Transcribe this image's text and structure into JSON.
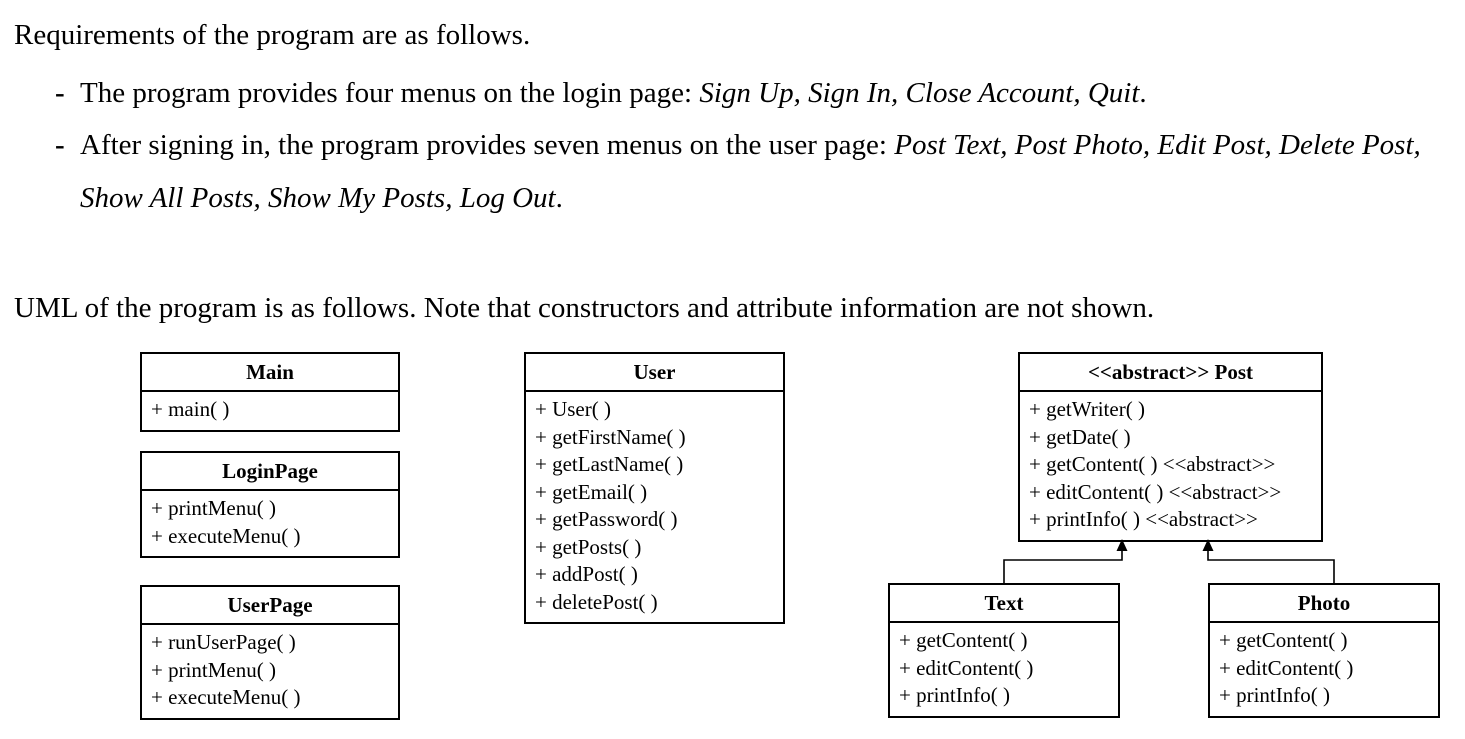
{
  "doc": {
    "heading1": "Requirements of the program are as follows.",
    "bullet_dash": "-",
    "bullets": {
      "b1": {
        "roman": "The program provides four menus on the login page: ",
        "italic": "Sign Up, Sign In, Close Account, Quit",
        "period": "."
      },
      "b2": {
        "roman": "After signing in, the program provides seven menus on the user page: ",
        "italic_line1": "Post Text, Post Photo, Edit Post, Delete Post,",
        "italic_line2": "Show All Posts, Show My Posts, Log Out",
        "period": "."
      }
    },
    "heading2": "UML of the program is as follows. Note that constructors and attribute information are not shown."
  },
  "uml": {
    "classes": [
      {
        "name": "Main",
        "title": "Main",
        "methods": [
          "+ main( )"
        ]
      },
      {
        "name": "LoginPage",
        "title": "LoginPage",
        "methods": [
          "+ printMenu( )",
          "+ executeMenu( )"
        ]
      },
      {
        "name": "UserPage",
        "title": "UserPage",
        "methods": [
          "+ runUserPage( )",
          "+ printMenu( )",
          "+ executeMenu( )"
        ]
      },
      {
        "name": "User",
        "title": "User",
        "methods": [
          "+ User( )",
          "+ getFirstName( )",
          "+ getLastName( )",
          "+ getEmail( )",
          "+ getPassword( )",
          "+ getPosts( )",
          "+ addPost( )",
          "+ deletePost( )"
        ]
      },
      {
        "name": "Post",
        "title": "<<abstract>> Post",
        "methods": [
          "+ getWriter( )",
          "+ getDate( )",
          "+ getContent( ) <<abstract>>",
          "+ editContent( ) <<abstract>>",
          "+ printInfo( ) <<abstract>>"
        ]
      },
      {
        "name": "Text",
        "title": "Text",
        "methods": [
          "+ getContent( )",
          "+ editContent( )",
          "+ printInfo( )"
        ]
      },
      {
        "name": "Photo",
        "title": "Photo",
        "methods": [
          "+ getContent( )",
          "+ editContent( )",
          "+ printInfo( )"
        ]
      }
    ],
    "relations": [
      {
        "from": "Text",
        "to": "Post",
        "type": "inheritance"
      },
      {
        "from": "Photo",
        "to": "Post",
        "type": "inheritance"
      }
    ]
  },
  "colors": {
    "text": "#000000",
    "background": "#ffffff",
    "line": "#000000"
  }
}
